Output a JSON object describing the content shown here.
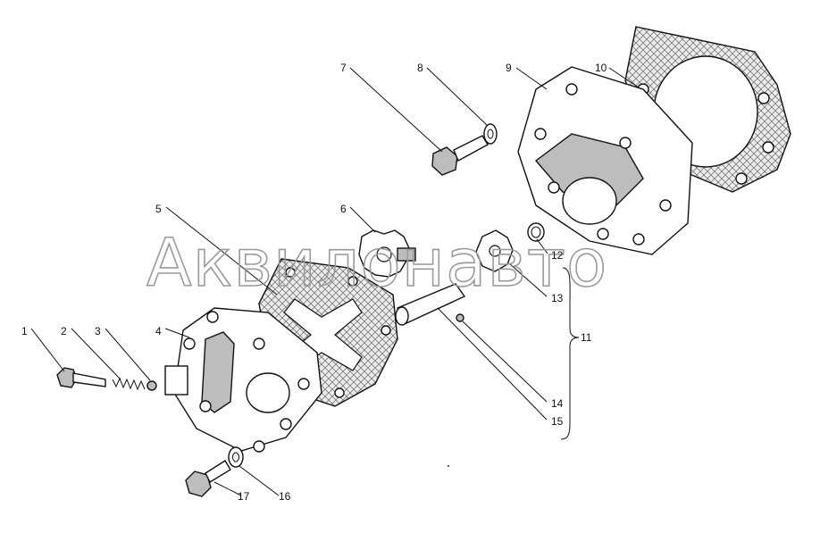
{
  "watermark": "Аквилонавто",
  "callouts": [
    {
      "id": "callout-1",
      "text": "1"
    },
    {
      "id": "callout-2",
      "text": "2"
    },
    {
      "id": "callout-3",
      "text": "3"
    },
    {
      "id": "callout-4",
      "text": "4"
    },
    {
      "id": "callout-5",
      "text": "5"
    },
    {
      "id": "callout-6",
      "text": "6"
    },
    {
      "id": "callout-7",
      "text": "7"
    },
    {
      "id": "callout-8",
      "text": "8"
    },
    {
      "id": "callout-9",
      "text": "9"
    },
    {
      "id": "callout-10",
      "text": "10"
    },
    {
      "id": "callout-11",
      "text": "11"
    },
    {
      "id": "callout-12",
      "text": "12"
    },
    {
      "id": "callout-13",
      "text": "13"
    },
    {
      "id": "callout-14",
      "text": "14"
    },
    {
      "id": "callout-15",
      "text": "15"
    },
    {
      "id": "callout-16",
      "text": "16"
    },
    {
      "id": "callout-17",
      "text": "17"
    }
  ]
}
